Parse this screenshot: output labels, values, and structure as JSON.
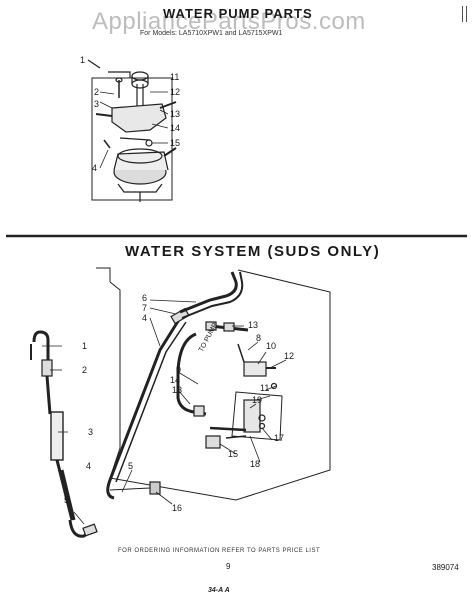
{
  "watermark": "AppliancePartsPros.com",
  "pump_section": {
    "title": "WATER PUMP PARTS",
    "models": "For Models: LA5710XPW1 and LA5715XPW1",
    "callouts": [
      "1",
      "2",
      "3",
      "4",
      "11",
      "12",
      "13",
      "14",
      "15"
    ]
  },
  "water_section": {
    "title": "WATER SYSTEM (SUDS ONLY)",
    "to_pump": "TO PUMP",
    "callouts_left": [
      "1",
      "2",
      "3",
      "4",
      "5"
    ],
    "callouts_center": [
      "6",
      "7",
      "4",
      "5",
      "16"
    ],
    "callouts_right": [
      "13",
      "8",
      "10",
      "12",
      "9",
      "14",
      "11",
      "13",
      "19",
      "17",
      "15",
      "18"
    ]
  },
  "footer": {
    "instruction": "FOR ORDERING INFORMATION REFER TO PARTS PRICE LIST",
    "page_number": "9",
    "code": "389074",
    "bottom_mark": "34-A A"
  }
}
